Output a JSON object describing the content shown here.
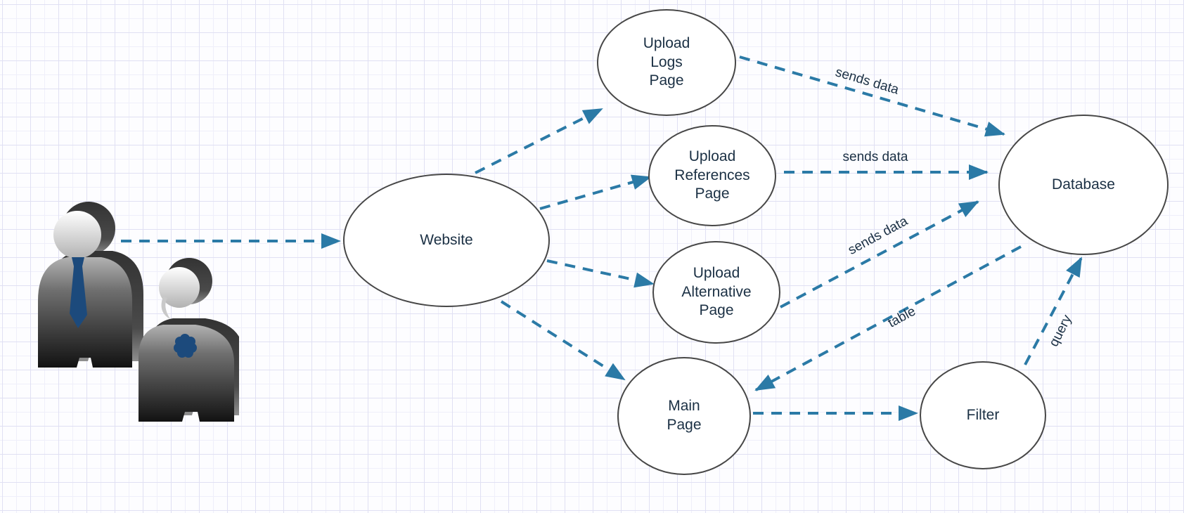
{
  "diagram": {
    "nodes": {
      "website": {
        "label": "Website"
      },
      "upload_logs": {
        "label": "Upload\nLogs\nPage"
      },
      "upload_references": {
        "label": "Upload\nReferences\nPage"
      },
      "upload_alternative": {
        "label": "Upload\nAlternative\nPage"
      },
      "main_page": {
        "label": "Main\nPage"
      },
      "database": {
        "label": "Database"
      },
      "filter": {
        "label": "Filter"
      }
    },
    "edge_labels": {
      "logs_to_database": "sends data",
      "references_to_database": "sends data",
      "alternative_to_database": "sends data",
      "database_to_main": "table",
      "filter_to_database": "query"
    },
    "edges": [
      {
        "from": "users",
        "to": "website",
        "label": ""
      },
      {
        "from": "website",
        "to": "upload_logs",
        "label": ""
      },
      {
        "from": "website",
        "to": "upload_references",
        "label": ""
      },
      {
        "from": "website",
        "to": "upload_alternative",
        "label": ""
      },
      {
        "from": "website",
        "to": "main_page",
        "label": ""
      },
      {
        "from": "upload_logs",
        "to": "database",
        "label": "sends data"
      },
      {
        "from": "upload_references",
        "to": "database",
        "label": "sends data"
      },
      {
        "from": "upload_alternative",
        "to": "database",
        "label": "sends data"
      },
      {
        "from": "database",
        "to": "main_page",
        "label": "table"
      },
      {
        "from": "main_page",
        "to": "filter",
        "label": ""
      },
      {
        "from": "filter",
        "to": "database",
        "label": "query"
      }
    ],
    "actors": {
      "users": {
        "icon": "two-users-icon"
      }
    },
    "colors": {
      "edge": "#2b7aa6",
      "node_border": "#474747",
      "node_fill": "#ffffff",
      "text": "#1b3044",
      "background": "#fdfdff",
      "grid_minor": "#efeffa",
      "grid_major": "#e0e0f3",
      "accessory_blue": "#1c4a7c"
    }
  }
}
